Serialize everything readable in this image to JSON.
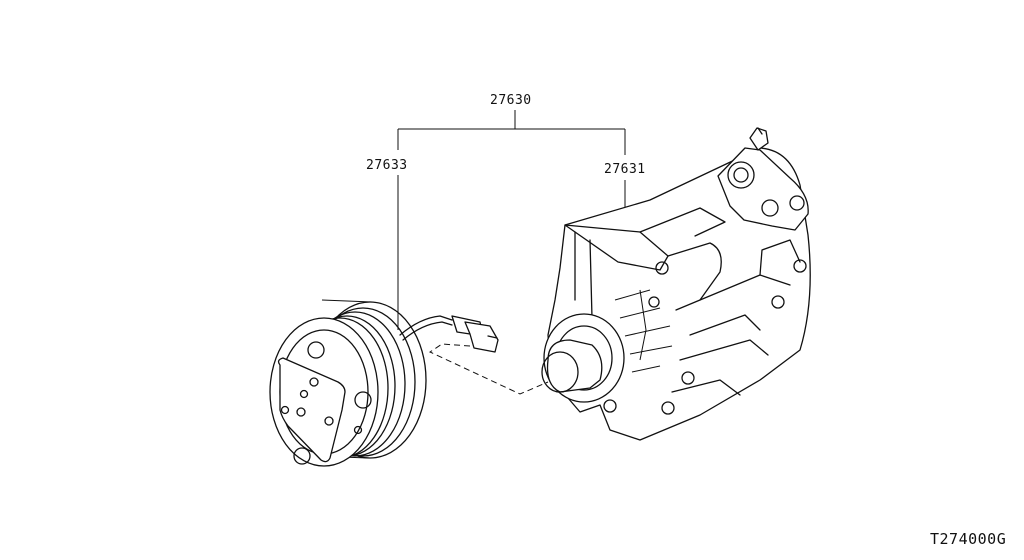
{
  "parts": {
    "assembly_number": "27630",
    "clutch_number": "27633",
    "compressor_number": "27631"
  },
  "figure_code": "T274000G"
}
